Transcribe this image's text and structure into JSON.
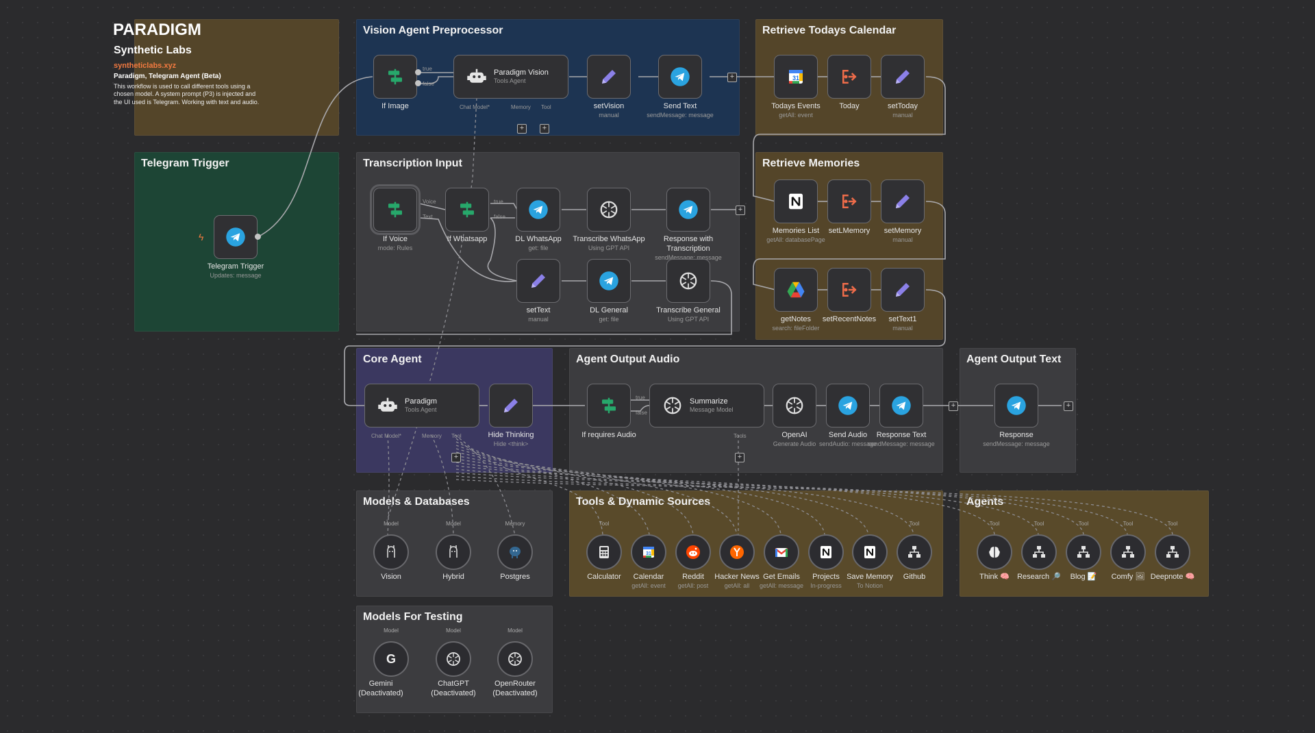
{
  "sticky": {
    "brand": "PARADIGM",
    "subtitle": "Synthetic Labs",
    "url": "syntheticlabs.xyz",
    "tagline": "Paradigm, Telegram Agent (Beta)",
    "description": "This workflow is used to call different tools using a chosen model. A system prompt (P3) is injected and the UI used is Telegram. Working with text and audio."
  },
  "groups": {
    "vision": "Vision Agent Preprocessor",
    "calendar": "Retrieve Todays Calendar",
    "trigger": "Telegram Trigger",
    "transcription": "Transcription Input",
    "memories": "Retrieve Memories",
    "core": "Core Agent",
    "audio": "Agent Output Audio",
    "text": "Agent Output Text",
    "models": "Models & Databases",
    "tools": "Tools & Dynamic Sources",
    "agents": "Agents",
    "testing": "Models For Testing"
  },
  "colors": {
    "telegram": "#2aa3e0",
    "switch": "#27a86b",
    "edit": "#8b80e8",
    "code": "#ef6c4a",
    "background": "#2b2b2d"
  },
  "nodes": {
    "telegram_trigger": {
      "label": "Telegram Trigger",
      "sub": "Updates: message",
      "icon": "telegram-icon"
    },
    "if_image": {
      "label": "If Image",
      "icon": "switch-icon",
      "out_true": "true",
      "out_false": "false"
    },
    "paradigm_vision": {
      "title": "Paradigm Vision",
      "sub": "Tools Agent",
      "icon": "robot-icon",
      "ports": [
        "Chat Model*",
        "Memory",
        "Tool"
      ]
    },
    "set_vision": {
      "label": "setVision",
      "sub": "manual",
      "icon": "pencil-icon"
    },
    "send_text": {
      "label": "Send Text",
      "sub": "sendMessage: message",
      "icon": "telegram-icon"
    },
    "todays_events": {
      "label": "Todays Events",
      "sub": "getAll: event",
      "icon": "google-calendar-icon",
      "icon_text": "31"
    },
    "today": {
      "label": "Today",
      "icon": "code-icon"
    },
    "set_today": {
      "label": "setToday",
      "sub": "manual",
      "icon": "pencil-icon"
    },
    "if_voice": {
      "label": "If Voice",
      "sub": "mode: Rules",
      "icon": "switch-icon",
      "out_a": "Voice",
      "out_b": "Text"
    },
    "if_whatsapp": {
      "label": "If Whatsapp",
      "icon": "switch-icon",
      "out_true": "true",
      "out_false": "false"
    },
    "dl_whatsapp": {
      "label": "DL WhatsApp",
      "sub": "get: file",
      "icon": "telegram-icon"
    },
    "transcribe_whatsapp": {
      "label": "Transcribe WhatsApp",
      "sub": "Using GPT API",
      "icon": "openai-icon"
    },
    "response_transcription": {
      "label": "Response with Transcription",
      "sub": "sendMessage: message",
      "icon": "telegram-icon"
    },
    "set_text": {
      "label": "setText",
      "sub": "manual",
      "icon": "pencil-icon"
    },
    "dl_general": {
      "label": "DL General",
      "sub": "get: file",
      "icon": "telegram-icon"
    },
    "transcribe_general": {
      "label": "Transcribe General",
      "sub": "Using GPT API",
      "icon": "openai-icon"
    },
    "memories_list": {
      "label": "Memories List",
      "sub": "getAll: databasePage",
      "icon": "notion-icon"
    },
    "set_l_memory": {
      "label": "setLMemory",
      "icon": "code-icon"
    },
    "set_memory": {
      "label": "setMemory",
      "sub": "manual",
      "icon": "pencil-icon"
    },
    "get_notes": {
      "label": "getNotes",
      "sub": "search: fileFolder",
      "icon": "google-drive-icon"
    },
    "set_recent_notes": {
      "label": "setRecentNotes",
      "icon": "code-icon"
    },
    "set_text1": {
      "label": "setText1",
      "sub": "manual",
      "icon": "pencil-icon"
    },
    "paradigm": {
      "title": "Paradigm",
      "sub": "Tools Agent",
      "icon": "robot-icon",
      "ports": [
        "Chat Model*",
        "Memory",
        "Tool"
      ]
    },
    "hide_thinking": {
      "label": "Hide Thinking",
      "sub": "Hide <think>",
      "icon": "pencil-icon"
    },
    "if_requires_audio": {
      "label": "If requires Audio",
      "icon": "switch-icon",
      "out_true": "true",
      "out_false": "false"
    },
    "summarize": {
      "title": "Summarize",
      "sub": "Message Model",
      "icon": "openai-icon",
      "port": "Tools"
    },
    "openai": {
      "label": "OpenAI",
      "sub": "Generate Audio",
      "icon": "openai-icon"
    },
    "send_audio": {
      "label": "Send Audio",
      "sub": "sendAudio: message",
      "icon": "telegram-icon"
    },
    "response_text": {
      "label": "Response Text",
      "sub": "sendMessage: message",
      "icon": "telegram-icon"
    },
    "response": {
      "label": "Response",
      "sub": "sendMessage: message",
      "icon": "telegram-icon"
    }
  },
  "models": [
    {
      "tag": "Model",
      "label": "Vision",
      "icon": "ollama-icon"
    },
    {
      "tag": "Model",
      "label": "Hybrid",
      "icon": "ollama-icon"
    },
    {
      "tag": "Memory",
      "label": "Postgres",
      "icon": "postgres-icon"
    }
  ],
  "tools": [
    {
      "tag": "Tool",
      "label": "Calculator",
      "sub": "",
      "icon": "calculator-icon"
    },
    {
      "tag": "",
      "label": "Calendar",
      "sub": "getAll: event",
      "icon": "google-calendar-icon"
    },
    {
      "tag": "",
      "label": "Reddit",
      "sub": "getAll: post",
      "icon": "reddit-icon"
    },
    {
      "tag": "",
      "label": "Hacker News",
      "sub": "getAll: all",
      "icon": "hacker-news-icon"
    },
    {
      "tag": "",
      "label": "Get Emails",
      "sub": "getAll: message",
      "icon": "gmail-icon"
    },
    {
      "tag": "",
      "label": "Projects",
      "sub": "In-progress",
      "icon": "notion-icon"
    },
    {
      "tag": "",
      "label": "Save Memory",
      "sub": "To Notion",
      "icon": "notion-icon"
    },
    {
      "tag": "Tool",
      "label": "Github",
      "sub": "",
      "icon": "workflow-icon"
    }
  ],
  "agents": [
    {
      "tag": "Tool",
      "label": "Think 🧠",
      "icon": "brain-icon"
    },
    {
      "tag": "Tool",
      "label": "Research 🔎",
      "icon": "workflow-icon"
    },
    {
      "tag": "Tool",
      "label": "Blog 📝",
      "icon": "workflow-icon"
    },
    {
      "tag": "Tool",
      "label": "Comfy 🖼",
      "icon": "workflow-icon"
    },
    {
      "tag": "Tool",
      "label": "Deepnote 🧠",
      "icon": "workflow-icon"
    }
  ],
  "testing": [
    {
      "tag": "Model",
      "label": "Gemini (Deactivated)",
      "icon": "google-icon"
    },
    {
      "tag": "Model",
      "label": "ChatGPT (Deactivated)",
      "icon": "openai-icon"
    },
    {
      "tag": "Model",
      "label": "OpenRouter (Deactivated)",
      "icon": "openai-icon"
    }
  ]
}
